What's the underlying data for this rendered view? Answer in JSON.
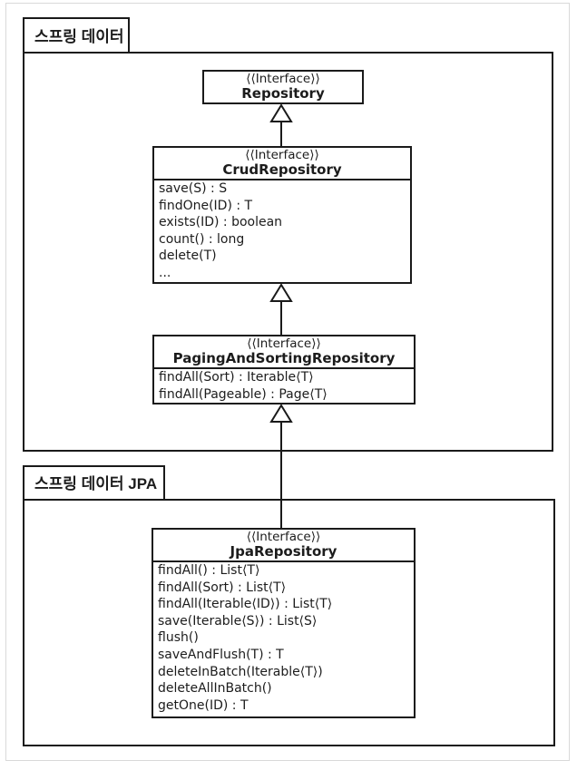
{
  "page": {
    "background": "#ffffff",
    "frame_border": "#d9d9d9"
  },
  "colors": {
    "line": "#1a1a1a",
    "text": "#1c1c1c",
    "box_fill": "#ffffff"
  },
  "diagram": {
    "type": "uml-class-diagram",
    "packages": [
      {
        "label": "스프링 데이터"
      },
      {
        "label": "스프링 데이터 JPA"
      }
    ],
    "classes": [
      {
        "stereotype": "⟨⟨Interface⟩⟩",
        "name": "Repository",
        "package": "스프링 데이터",
        "methods": []
      },
      {
        "stereotype": "⟨⟨Interface⟩⟩",
        "name": "CrudRepository",
        "package": "스프링 데이터",
        "methods": [
          "save(S) : S",
          "findOne(ID) : T",
          "exists(ID) : boolean",
          "count() : long",
          "delete(T)",
          "..."
        ]
      },
      {
        "stereotype": "⟨⟨Interface⟩⟩",
        "name": "PagingAndSortingRepository",
        "package": "스프링 데이터",
        "methods": [
          "findAll(Sort) : Iterable⟨T⟩",
          "findAll(Pageable) : Page⟨T⟩"
        ]
      },
      {
        "stereotype": "⟨⟨Interface⟩⟩",
        "name": "JpaRepository",
        "package": "스프링 데이터 JPA",
        "methods": [
          "findAll() : List⟨T⟩",
          "findAll(Sort) : List⟨T⟩",
          "findAll(Iterable⟨ID⟩) : List⟨T⟩",
          "save(Iterable⟨S⟩) : List⟨S⟩",
          "flush()",
          "saveAndFlush(T) : T",
          "deleteInBatch(Iterable⟨T⟩)",
          "deleteAllInBatch()",
          "getOne(ID) : T"
        ]
      }
    ],
    "generalizations": [
      {
        "from": "CrudRepository",
        "to": "Repository"
      },
      {
        "from": "PagingAndSortingRepository",
        "to": "CrudRepository"
      },
      {
        "from": "JpaRepository",
        "to": "PagingAndSortingRepository"
      }
    ]
  }
}
